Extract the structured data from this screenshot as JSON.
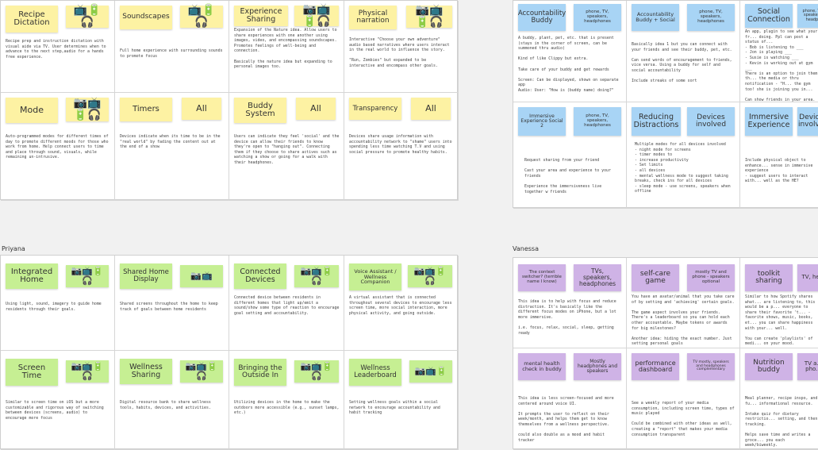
{
  "sections": {
    "priyana": "Priyana",
    "vanessa": "Vanessa"
  },
  "icons": {
    "all_devices": "📷📺🔋🎧",
    "tv_speaker_headphone": "📺🔋🎧",
    "tv_speaker": "📺🔋",
    "cam_tv": "📷📺"
  },
  "top_left": [
    {
      "title": "Recipe Dictation",
      "tag": "📺🔋🎧",
      "desc": "Recipe prep and instruction dictation with visual aide via TV. User determines when to advance to the next step,audio for a hands free experience."
    },
    {
      "title": "Soundscapes",
      "tag": "📺🔋🎧",
      "desc": "Full home experience with surrounding sounds to promote focus"
    },
    {
      "title": "Experience Sharing",
      "tag": "📷📺🔋🎧",
      "desc": "Expansion of the Nature idea. Allow users to share experiences with one another using images, video, and encompassing soundscapes. Promotes feelings of well-being and connection.\n\nBasically the nature idea but expanding to personal images too."
    },
    {
      "title": "Physical narration",
      "tag": "📷📺🔋🎧",
      "desc": "Interactive \"Choose your own adventure\" audio based narratives where users interact in the real world to influence the story.\n\n\"Run, Zombies\" but expanded to be interactive and encompass other goals."
    },
    {
      "title": "Mode",
      "tag": "📷📺🔋🎧",
      "desc": "Auto-programmed modes for different times of day to promote different moods for those who work from home. Help connect users to time and place through sound, visuals, while remaining un-intrusive."
    },
    {
      "title": "Timers",
      "tag": "All",
      "desc": "Devices indicate when its time to be in the \"real world\" by fading the content out at the end of a show"
    },
    {
      "title": "Buddy System",
      "tag": "All",
      "desc": "Users can indicate they feel 'social' and the device can allow their friends to know they're open to \"hanging out\". Connecting them if they choose to share actives such as watching a show or going for a walk with their headphones."
    },
    {
      "title": "Transparency",
      "tag": "All",
      "desc": "Devices share usage information with accountability network to \"shame\" users into spending less time watching T.V and using social pressure to promote healthy habits."
    }
  ],
  "priyana": [
    {
      "title": "Integrated Home",
      "tag": "📷📺🔋🎧",
      "desc": "Using light, sound, imagery to guide home residents through their goals."
    },
    {
      "title": "Shared Home Display",
      "tag": "📷📺",
      "desc": "Shared screens throughout the home to keep track of goals between home residents"
    },
    {
      "title": "Connected Devices",
      "tag": "📷📺🔋🎧",
      "desc": "Connected device between residents in different homes that light up/emit a sound/show some type of reaction to encourage goal setting and accountability."
    },
    {
      "title": "Voice Assistant / Wellness Companion",
      "tag": "📷📺🔋🎧",
      "desc": "A virtual assistant that is connected throughout several devices to encourage less screen time, more social interaction, more physical activity, and going outside."
    },
    {
      "title": "Screen Time",
      "tag": "📷📺🔋🎧",
      "desc": "Similar to screen time on iOS but a more customizable and rigorous way of switching between devices (screens, audio) to encourage more focus"
    },
    {
      "title": "Wellness Sharing",
      "tag": "📷📺🔋🎧",
      "desc": "Digital resource bank to share wellness tools, habits, devices, and activities."
    },
    {
      "title": "Bringing the Outside In",
      "tag": "📷📺🔋🎧",
      "desc": "Utilizing devices in the home to make the outdoors more accessible (e.g., sunset lamps, etc.)"
    },
    {
      "title": "Wellness Leaderboard",
      "tag": "📷📺🔋",
      "desc": "Setting wellness goals within a social network to encourage accountability and habit tracking"
    }
  ],
  "top_right": [
    {
      "title": "Accountability Buddy",
      "tag": "phone, TV, speakers, headphones",
      "desc": "A buddy, plant, pet, etc. that is present (stays in the corner of screen, can be summoned thru audio)\n\nKind of like Clippy but extra.\n\nTake care of your buddy and get rewards\n\nScreen: Can be displayed, shown on separate app\nAudio: User: \"How is (buddy name) doing?\""
    },
    {
      "title": "Accountability Buddy + Social",
      "tag": "phone, TV, speakers, headphones",
      "desc": "Basically idea 1 but you can connect with your friends and see their buddy, pet, etc.\n\nCan send words of encouragement to friends, vice versa. Using a buddy for self and social accountability\n\nInclude streaks of some sort"
    },
    {
      "title": "Social Connection",
      "tag": "phone, TV, speakers, headph",
      "desc": "An app, plugin to see what your fr... doing. Ppl can post a status of...\n  - Bob is listening to ___\n  - Jon is playing ___\n  - Susie is watching ___\n  - Kevin is working out at gym ___\nThere is an option to join them th... the media or thru notification - \"H... the gym too! she is joining you in...\n\nCan show friends in your area. Can... for friends to do ___\n\nAudio portion - User - 'What is ___'"
    },
    {
      "title": "Immersive Experience Social 2",
      "tag": "phone, TV, speakers, headphones",
      "desc": "Request sharing from your friend\n\nCast your area and experience to your friends\n\nExperience the immersiveness live together w friends"
    },
    {
      "title": "Reducing Distractions",
      "tag": "Devices involved",
      "desc": "Multiple modes for all devices involved\n  - night mode for screens\n  - timer modes to\n      - increase productivity\n      - Set limits\n      - all devices\n  - mental wellness mode to suggest taking breaks, check ins for all devices\n  - sleep mode - use screens, speakers when offline"
    },
    {
      "title": "Immersive Experience",
      "tag": "Devices involved",
      "desc": "Include physical object to enhance... sense in immersive experience\n  - suggest users to interact with... well as the HE?"
    }
  ],
  "vanessa": [
    {
      "title": "The context switcher? (terrible name I know)",
      "tag": "TVs, speakers, headphones",
      "desc": "This idea is to help with focus and reduce distraction. It's basically like the different focus modes on iPhone, but a lot more immersive.\n\ni.e. focus, relax, social, sleep, getting ready"
    },
    {
      "title": "self-care game",
      "tag": "mostly TV and phone - speakers optional",
      "desc": "You have an avatar/animal that you take care of by setting and 'achieving' certain goals.\n\nThe game aspect involves your friends. There's a leaderboard so you can hold each other accountable. Maybe tokens or awards for big milestones?\n\nAnother idea: hiding the exact number. Just setting personal goals"
    },
    {
      "title": "toolkit sharing",
      "tag": "TV, he...",
      "desc": "Similar to how Spotify shares what... are listening to, this would be a p... everyone to share their favorite 't... - favorite shows, music, books, et... you can share happiness with your... well.\n\nYou can create 'playlists' of medi... on your mood."
    },
    {
      "title": "mental health check in buddy",
      "tag": "Mostly headphones and speakers",
      "desc": "This idea is less screen-focused and more centered around voice UI.\n\nIt prompts the user to reflect on their week/month, and helps them get to know themselves from a wellness perspective.\n\ncould also double as a mood and habit tracker"
    },
    {
      "title": "performance dashboard",
      "tag": "TV mostly, speakers and headphones complementary",
      "desc": "See a weekly report of your media consumption, including screen time, types of music played\n\nCould be combined with other ideas as well, creating a \"report\" that makes your media consumption transparent"
    },
    {
      "title": "Nutrition buddy",
      "tag": "TV a... pho...",
      "desc": "Meal planner, recipe inspo, and fu... informational resource.\n\nIntake quiz for dietary restrictio... setting, and then tracking.\n\nHelps save time and writes a groce... you each week/biweekly.\n\nYou can share recipes with friends"
    }
  ]
}
